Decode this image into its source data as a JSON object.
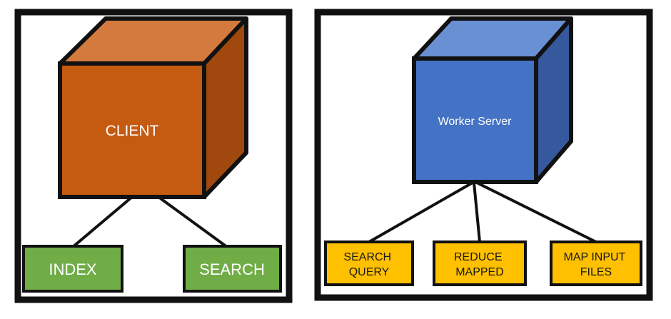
{
  "left_panel": {
    "cube": {
      "label": "CLIENT",
      "colors": {
        "front": "#c55a11",
        "top": "#d47a3e",
        "side": "#a0480d"
      }
    },
    "nodes": [
      {
        "label": "INDEX",
        "color": "#70ad47",
        "text_color": "#ffffff"
      },
      {
        "label": "SEARCH",
        "color": "#70ad47",
        "text_color": "#ffffff"
      }
    ]
  },
  "right_panel": {
    "cube": {
      "label": "Worker Server",
      "colors": {
        "front": "#4472c4",
        "top": "#6a90d4",
        "side": "#35599c"
      }
    },
    "nodes": [
      {
        "label_lines": [
          "SEARCH",
          "QUERY"
        ],
        "color": "#ffc000",
        "text_color": "#1a1a1a"
      },
      {
        "label_lines": [
          "REDUCE",
          "MAPPED"
        ],
        "color": "#ffc000",
        "text_color": "#1a1a1a"
      },
      {
        "label_lines": [
          "MAP INPUT",
          "FILES"
        ],
        "color": "#ffc000",
        "text_color": "#1a1a1a"
      }
    ]
  }
}
